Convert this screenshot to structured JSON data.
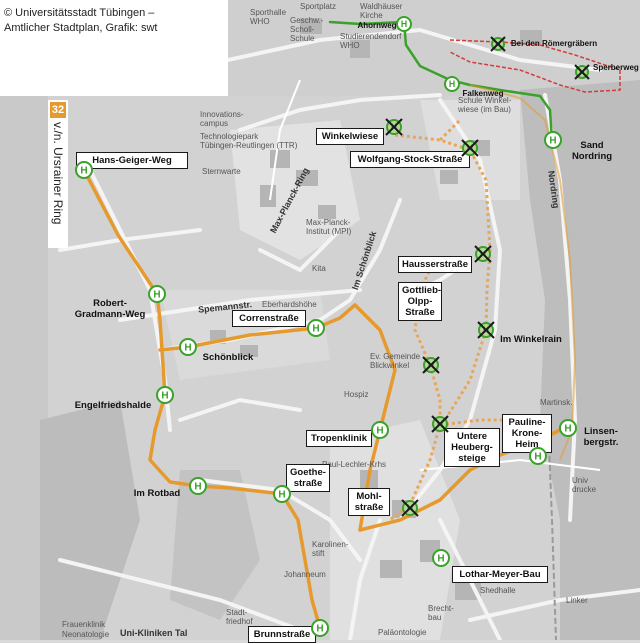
{
  "credit": {
    "line1": "© Universitätsstadt Tübingen –",
    "line2": "Amtlicher Stadtplan, Grafik: swt"
  },
  "route": {
    "number": "32",
    "direction": "v./n. Ursrainer Ring",
    "color": "#e69a2e"
  },
  "colors": {
    "stop_fill": "#ffffff",
    "stop_ring": "#3aa12a",
    "stop_letter": "#3aa12a",
    "closed_cross": "#1a1a1a",
    "temp_route": "#3aa12a",
    "detour_red": "#d43b3b"
  },
  "stops": [
    {
      "id": "hans-geiger-weg",
      "label": "Hans-Geiger-Weg",
      "closed": false
    },
    {
      "id": "robert-gradmann-weg",
      "label": "Robert-\nGradmann-Weg",
      "closed": false
    },
    {
      "id": "schoenblick",
      "label": "Schönblick",
      "closed": false
    },
    {
      "id": "engelfriedshalde",
      "label": "Engelfriedshalde",
      "closed": false
    },
    {
      "id": "im-rotbad",
      "label": "Im Rotbad",
      "closed": false
    },
    {
      "id": "goethestrasse",
      "label": "Goethe-\nstraße",
      "closed": false
    },
    {
      "id": "brunnstrasse",
      "label": "Brunnstraße",
      "closed": false
    },
    {
      "id": "correnstrasse",
      "label": "Correnstraße",
      "closed": false
    },
    {
      "id": "tropenklinik",
      "label": "Tropenklinik",
      "closed": false
    },
    {
      "id": "gottlieb-olpp-strasse",
      "label": "Gottlieb-\nOlpp-\nStraße",
      "closed": true
    },
    {
      "id": "mohlstrasse",
      "label": "Mohl-\nstraße",
      "closed": true
    },
    {
      "id": "lothar-meyer-bau",
      "label": "Lothar-Meyer-Bau",
      "closed": false
    },
    {
      "id": "untere-heuberg-steige",
      "label": "Untere\nHeuberg-\nsteige",
      "closed": true
    },
    {
      "id": "pauline-krone-heim",
      "label": "Pauline-\nKrone-\nHeim",
      "closed": false
    },
    {
      "id": "linsenbergstr",
      "label": "Linsen-\nbergstr.",
      "closed": false
    },
    {
      "id": "im-winkelrain",
      "label": "Im Winkelrain",
      "closed": true
    },
    {
      "id": "hausserstrasse",
      "label": "Hausserstraße",
      "closed": true
    },
    {
      "id": "wolfgang-stock-strasse",
      "label": "Wolfgang-Stock-Straße",
      "closed": true
    },
    {
      "id": "winkelwiese",
      "label": "Winkelwiese",
      "closed": true
    },
    {
      "id": "sand-nordring",
      "label": "Sand\nNordring",
      "closed": false
    },
    {
      "id": "falkenweg",
      "label": "Falkenweg",
      "closed": false
    },
    {
      "id": "ahornweg",
      "label": "Ahornweg",
      "closed": false
    },
    {
      "id": "bei-den-roemergraebern",
      "label": "Bei den Römergräbern",
      "closed": true
    },
    {
      "id": "sperberweg",
      "label": "Sperberweg",
      "closed": true
    }
  ],
  "map_labels": [
    {
      "id": "innovations-campus",
      "text": "Innovations-\ncampus"
    },
    {
      "id": "technologiepark",
      "text": "Technologiepark\nTübingen-Reutlingen (TTR)"
    },
    {
      "id": "sternwarte",
      "text": "Sternwarte"
    },
    {
      "id": "max-planck-institut",
      "text": "Max-Planck-\nInstitut (MPI)"
    },
    {
      "id": "max-planck-ring",
      "text": "Max-Planck-Ring"
    },
    {
      "id": "im-schoenblick",
      "text": "Im Schönblick"
    },
    {
      "id": "spemannstr",
      "text": "Spemannstr."
    },
    {
      "id": "eberhardshoehe",
      "text": "Eberhardshöhe"
    },
    {
      "id": "hospiz",
      "text": "Hospiz"
    },
    {
      "id": "kita",
      "text": "Kita"
    },
    {
      "id": "nordring",
      "text": "Nordring"
    },
    {
      "id": "schule-winkelwiese",
      "text": "Schule Winkel-\nwiese (im Bau)"
    },
    {
      "id": "uni-kliniken-tal",
      "text": "Uni-Kliniken Tal"
    },
    {
      "id": "karolinenstift",
      "text": "Karolinen-\nstift"
    },
    {
      "id": "johanneum",
      "text": "Johanneum"
    },
    {
      "id": "paul-lechler-krhs",
      "text": "Paul-Lechler-Krhs"
    },
    {
      "id": "martinsk",
      "text": "Martinsk."
    },
    {
      "id": "ev-gemeinde",
      "text": "Ev. Gemeinde\nBlickwinkel"
    },
    {
      "id": "fraeulein-klinik",
      "text": "Frauenklinik"
    },
    {
      "id": "neonatologie",
      "text": "Neonatologie"
    },
    {
      "id": "kita-ahornweg",
      "text": "Sportplatz"
    },
    {
      "id": "waldhaeuser",
      "text": "Waldhäuser\nKirche"
    },
    {
      "id": "sportschule",
      "text": "Geschw.-\nScholl-\nSchule"
    },
    {
      "id": "studierendendorf",
      "text": "Studierendendorf\nWHO"
    },
    {
      "id": "sporthalle",
      "text": "Sporthalle\nWHO"
    },
    {
      "id": "landkreis",
      "text": "Linker"
    },
    {
      "id": "univ-druckerei",
      "text": "Univ\ndrucke"
    },
    {
      "id": "paleontologie",
      "text": "Paläontologie"
    },
    {
      "id": "brecht-bau",
      "text": "Brecht-\nbau"
    },
    {
      "id": "shedhalle",
      "text": "Shedhalle"
    },
    {
      "id": "friedhof",
      "text": "Stadt-\nfriedhof"
    }
  ]
}
